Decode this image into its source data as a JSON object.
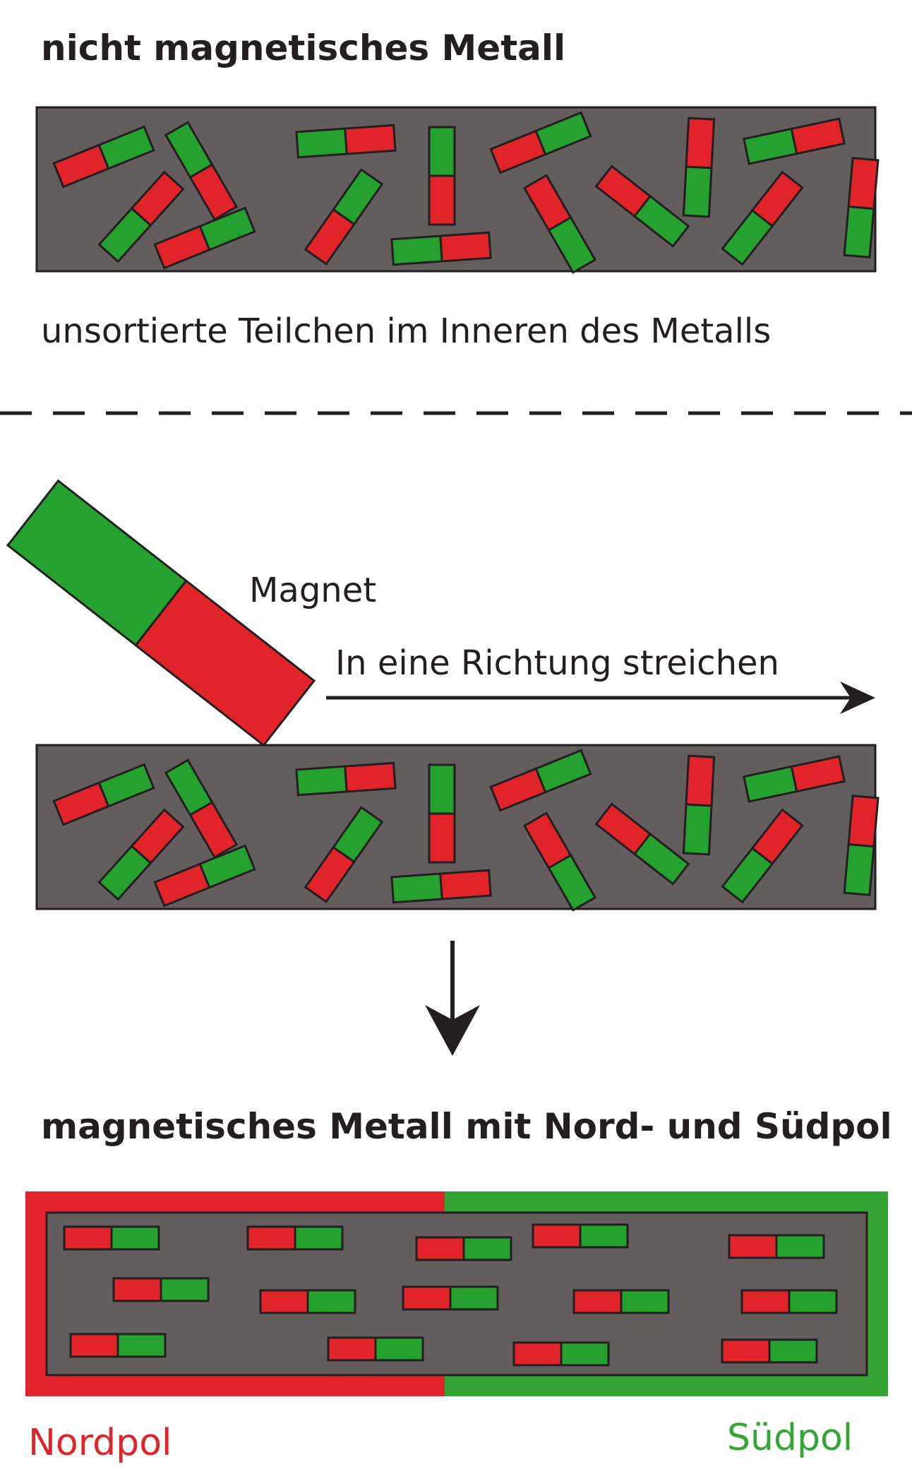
{
  "texts": {
    "title_top": "nicht magnetisches Metall",
    "caption_top": "unsortierte Teilchen im Inneren des Metalls",
    "magnet_label": "Magnet",
    "stroke_label": "In eine Richtung streichen",
    "title_bottom": "magnetisches Metall mit Nord- und Südpol",
    "north_label": "Nordpol",
    "south_label": "Südpol"
  },
  "colors": {
    "red": "#e1232a",
    "green": "#24a12f",
    "metal": "#635e5d",
    "outline": "#231f20",
    "frame_green": "#35a535"
  }
}
